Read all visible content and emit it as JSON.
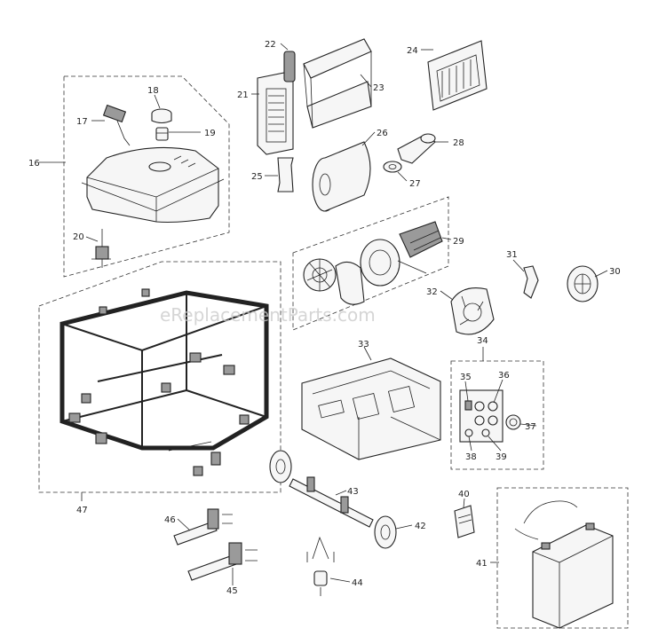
{
  "watermark": "eReplacementParts.com",
  "callouts": [
    {
      "id": "label-16",
      "text": "16"
    },
    {
      "id": "label-17",
      "text": "17"
    },
    {
      "id": "label-18",
      "text": "18"
    },
    {
      "id": "label-19",
      "text": "19"
    },
    {
      "id": "label-20",
      "text": "20"
    },
    {
      "id": "label-21",
      "text": "21"
    },
    {
      "id": "label-22",
      "text": "22"
    },
    {
      "id": "label-23",
      "text": "23"
    },
    {
      "id": "label-24",
      "text": "24"
    },
    {
      "id": "label-25",
      "text": "25"
    },
    {
      "id": "label-26",
      "text": "26"
    },
    {
      "id": "label-27",
      "text": "27"
    },
    {
      "id": "label-28",
      "text": "28"
    },
    {
      "id": "label-29",
      "text": "29"
    },
    {
      "id": "label-30",
      "text": "30"
    },
    {
      "id": "label-31",
      "text": "31"
    },
    {
      "id": "label-32",
      "text": "32"
    },
    {
      "id": "label-33",
      "text": "33"
    },
    {
      "id": "label-34",
      "text": "34"
    },
    {
      "id": "label-35",
      "text": "35"
    },
    {
      "id": "label-36",
      "text": "36"
    },
    {
      "id": "label-37",
      "text": "37"
    },
    {
      "id": "label-38",
      "text": "38"
    },
    {
      "id": "label-39",
      "text": "39"
    },
    {
      "id": "label-40",
      "text": "40"
    },
    {
      "id": "label-41",
      "text": "41"
    },
    {
      "id": "label-42",
      "text": "42"
    },
    {
      "id": "label-43",
      "text": "43"
    },
    {
      "id": "label-44",
      "text": "44"
    },
    {
      "id": "label-45",
      "text": "45"
    },
    {
      "id": "label-46",
      "text": "46"
    },
    {
      "id": "label-47",
      "text": "47"
    }
  ]
}
